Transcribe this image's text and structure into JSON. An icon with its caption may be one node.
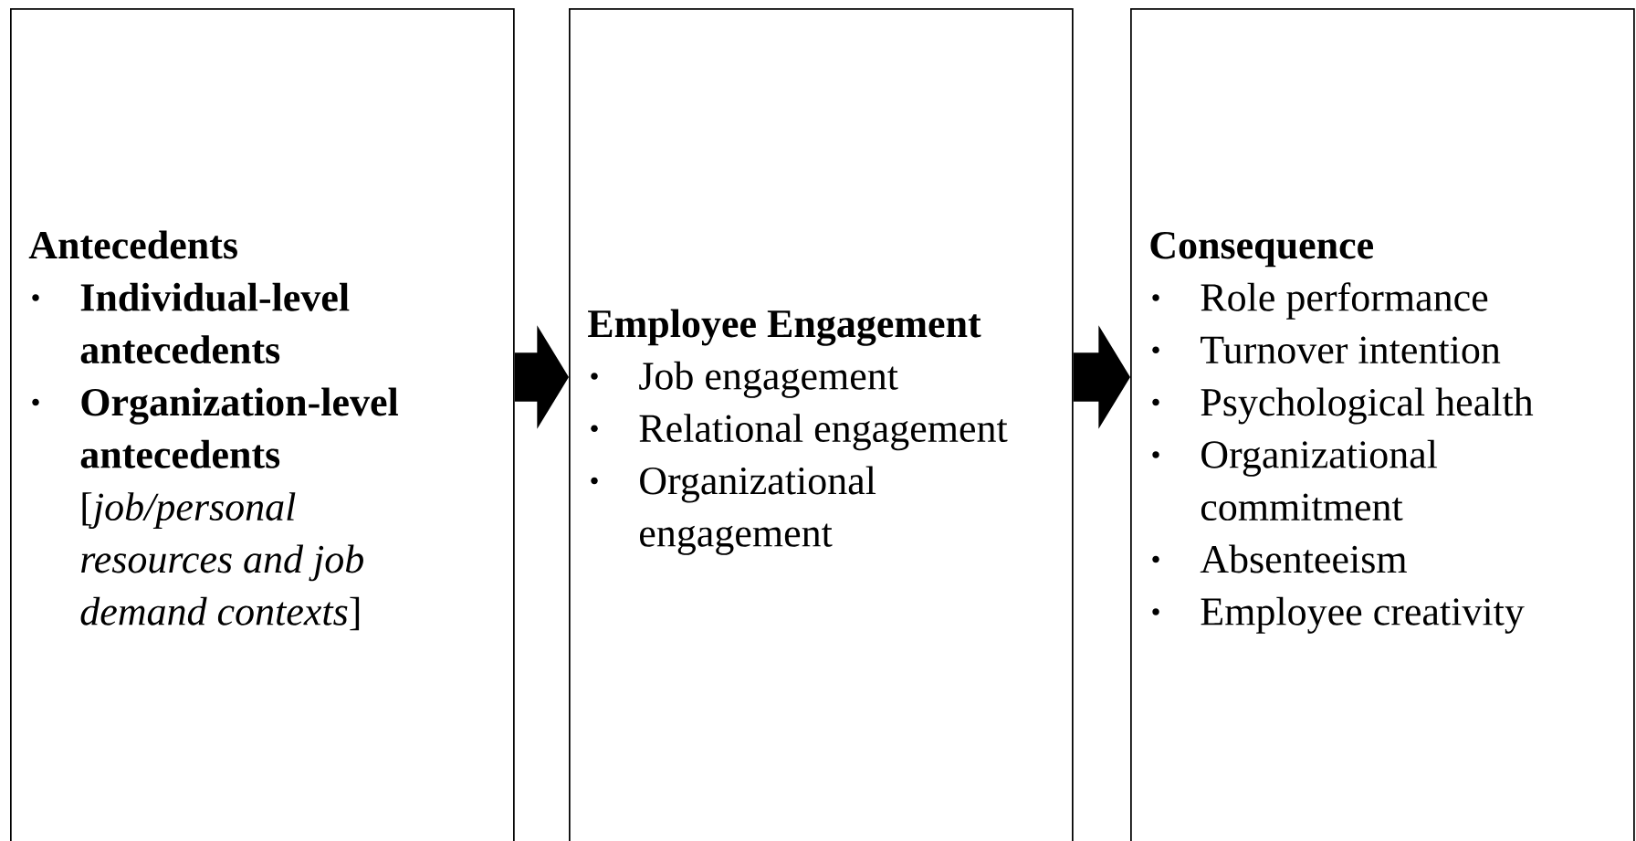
{
  "diagram": {
    "nodes": [
      {
        "text": [
          "Antecedents",
          "Individual-level antecedents",
          "Organization-level antecedents",
          "[*job/personal resources and job demand contexts*]"
        ]
      },
      {
        "text": [
          "Employee Engagement",
          "Job engagement",
          "Relational engagement",
          "Organizational engagement"
        ]
      },
      {
        "text": [
          "Consequence",
          "Role performance",
          "Turnover intention",
          "Psychological health",
          "Organizational commitment",
          "Absenteeism",
          "Employee creativity"
        ]
      }
    ],
    "edges": [
      {
        "from": 0,
        "to": 1,
        "arrow": "to"
      },
      {
        "from": 1,
        "to": 2,
        "arrow": "to"
      }
    ]
  }
}
